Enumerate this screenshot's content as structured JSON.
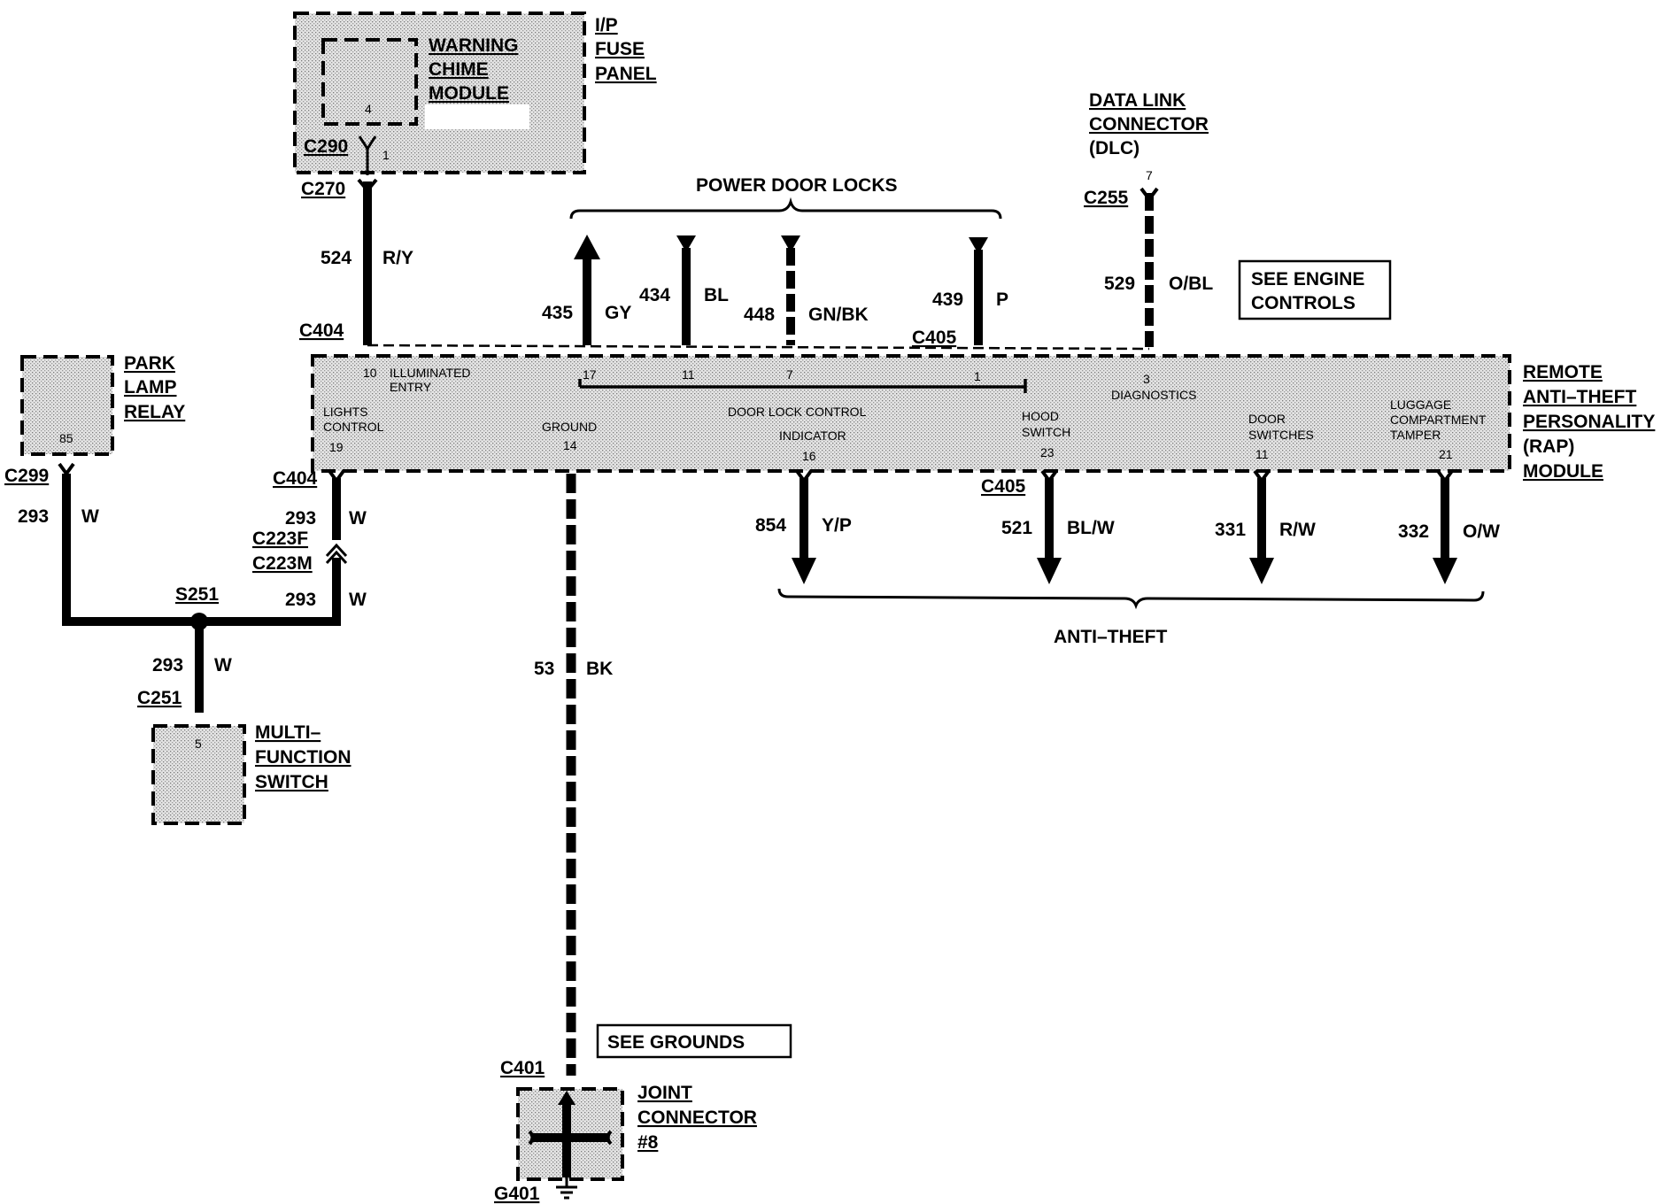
{
  "components": {
    "ip_fuse_panel": [
      "I/P",
      "FUSE",
      "PANEL"
    ],
    "warning_chime_module": [
      "WARNING",
      "CHIME",
      "MODULE"
    ],
    "data_link_connector": [
      "DATA LINK",
      "CONNECTOR",
      "(DLC)"
    ],
    "park_lamp_relay": [
      "PARK",
      "LAMP",
      "RELAY"
    ],
    "rap_module": [
      "REMOTE",
      "ANTI–THEFT",
      "PERSONALITY",
      "(RAP)",
      "MODULE"
    ],
    "multi_function_switch": [
      "MULTI–",
      "FUNCTION",
      "SWITCH"
    ],
    "joint_connector": [
      "JOINT",
      "CONNECTOR",
      "#8"
    ]
  },
  "references": {
    "engine_controls": [
      "SEE ENGINE",
      "CONTROLS"
    ],
    "grounds": "SEE GROUNDS"
  },
  "groups": {
    "power_door_locks": "POWER DOOR LOCKS",
    "anti_theft": "ANTI–THEFT"
  },
  "connectors": {
    "c290": "C290",
    "c270": "C270",
    "c404_top": "C404",
    "c405_top": "C405",
    "c255": "C255",
    "c299": "C299",
    "c404_left": "C404",
    "c223f": "C223F",
    "c223m": "C223M",
    "s251": "S251",
    "c251": "C251",
    "c405_bottom": "C405",
    "c401": "C401",
    "g401": "G401"
  },
  "wires": {
    "w524": {
      "circuit": "524",
      "color": "R/Y"
    },
    "w435": {
      "circuit": "435",
      "color": "GY"
    },
    "w434": {
      "circuit": "434",
      "color": "BL"
    },
    "w448": {
      "circuit": "448",
      "color": "GN/BK"
    },
    "w439": {
      "circuit": "439",
      "color": "P"
    },
    "w529": {
      "circuit": "529",
      "color": "O/BL"
    },
    "w293_relay": {
      "circuit": "293",
      "color": "W"
    },
    "w293_c404": {
      "circuit": "293",
      "color": "W"
    },
    "w293_c223": {
      "circuit": "293",
      "color": "W"
    },
    "w293_mfs": {
      "circuit": "293",
      "color": "W"
    },
    "w53": {
      "circuit": "53",
      "color": "BK"
    },
    "w854": {
      "circuit": "854",
      "color": "Y/P"
    },
    "w521": {
      "circuit": "521",
      "color": "BL/W"
    },
    "w331": {
      "circuit": "331",
      "color": "R/W"
    },
    "w332": {
      "circuit": "332",
      "color": "O/W"
    }
  },
  "pins": {
    "chime_4": "4",
    "chime_1": "1",
    "dlc_7": "7",
    "relay_85": "85",
    "mfs_5": "5",
    "rap_10": "10",
    "rap_17": "17",
    "rap_11_top": "11",
    "rap_7": "7",
    "rap_1": "1",
    "rap_3": "3",
    "rap_19": "19",
    "rap_14": "14",
    "rap_16": "16",
    "rap_23": "23",
    "rap_11_bottom": "11",
    "rap_21": "21"
  },
  "rap_functions": {
    "illuminated_entry": [
      "ILLUMINATED",
      "ENTRY"
    ],
    "diagnostics": "DIAGNOSTICS",
    "lights_control": [
      "LIGHTS",
      "CONTROL"
    ],
    "ground": "GROUND",
    "door_lock_control": "DOOR LOCK CONTROL",
    "indicator": "INDICATOR",
    "hood_switch": [
      "HOOD",
      "SWITCH"
    ],
    "door_switches": [
      "DOOR",
      "SWITCHES"
    ],
    "luggage_tamper": [
      "LUGGAGE",
      "COMPARTMENT",
      "TAMPER"
    ]
  }
}
